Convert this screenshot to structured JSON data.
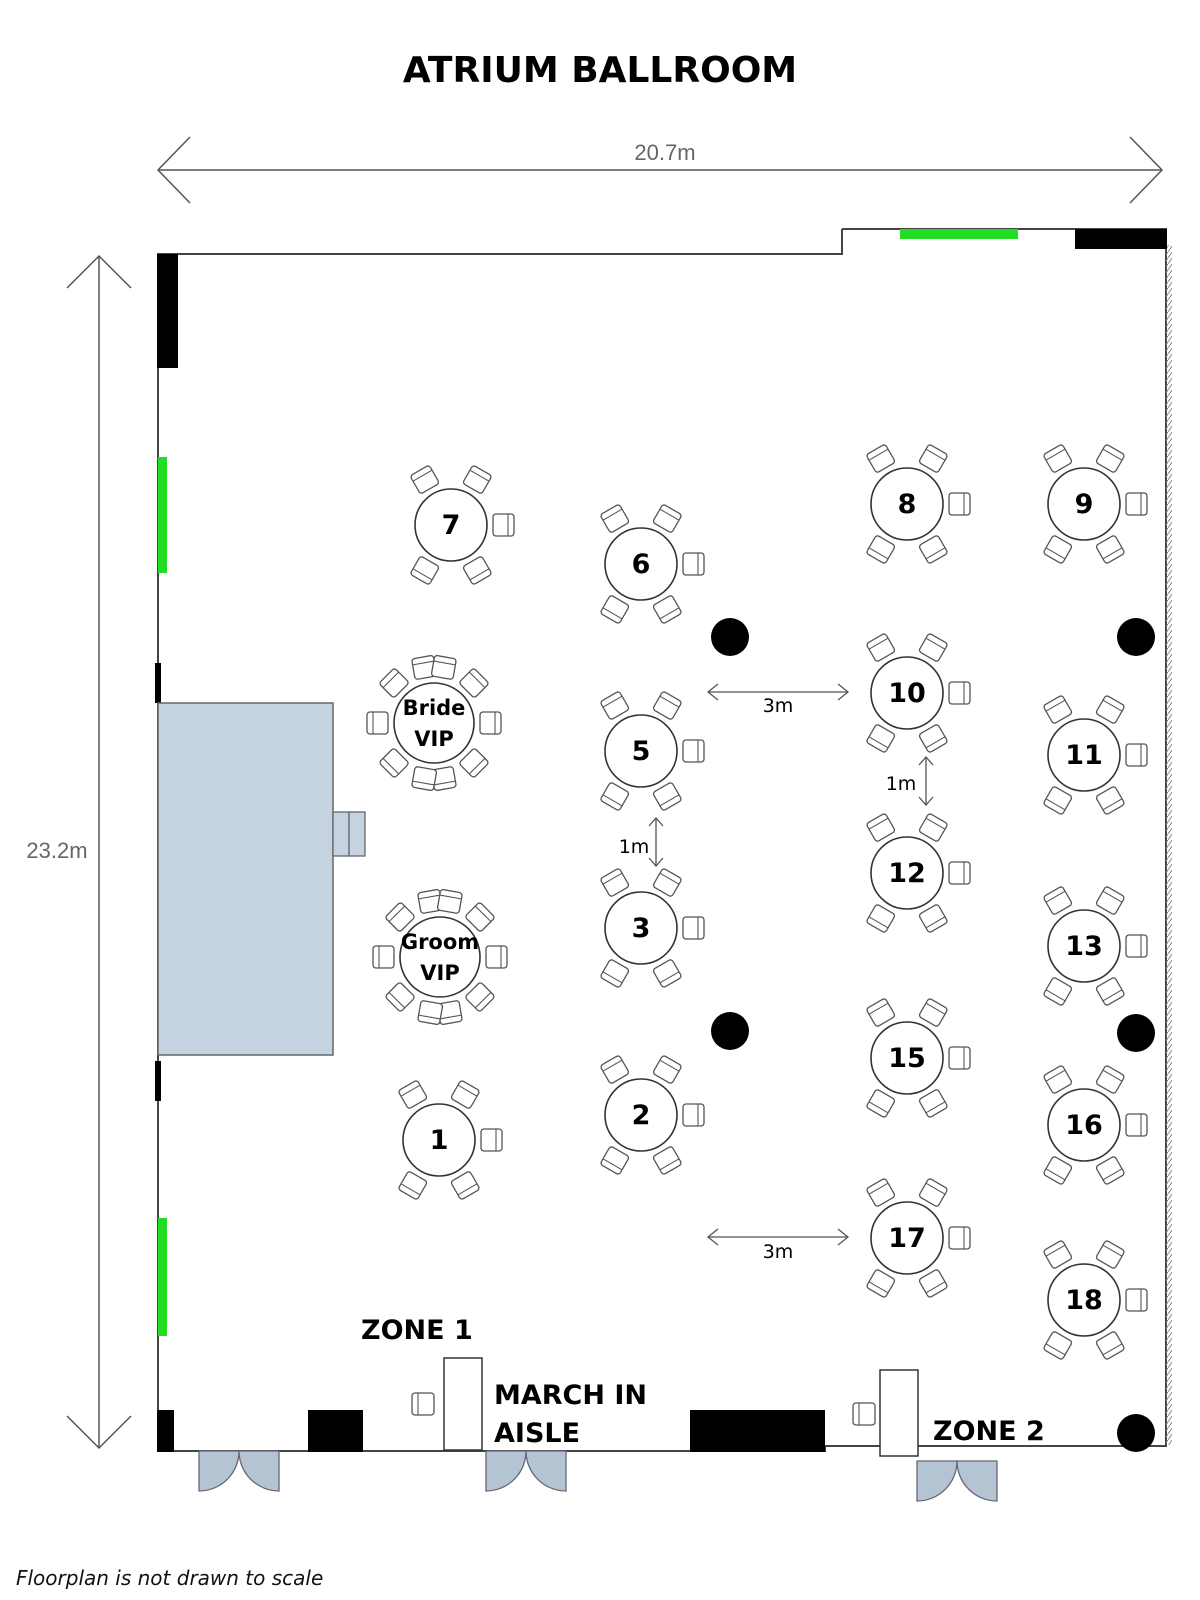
{
  "title": "ATRIUM BALLROOM",
  "dimensions": {
    "width": "20.7m",
    "height": "23.2m"
  },
  "spacing_labels": {
    "gap_3m": "3m",
    "gap_1m": "1m"
  },
  "zones": {
    "zone1": "ZONE 1",
    "zone2": "ZONE 2"
  },
  "aisle": {
    "line1": "MARCH IN",
    "line2": "AISLE"
  },
  "tables": {
    "t1": "1",
    "t2": "2",
    "t3": "3",
    "t5": "5",
    "t6": "6",
    "t7": "7",
    "t8": "8",
    "t9": "9",
    "t10": "10",
    "t11": "11",
    "t12": "12",
    "t13": "13",
    "t15": "15",
    "t16": "16",
    "t17": "17",
    "t18": "18"
  },
  "vip_tables": {
    "bride": {
      "line1": "Bride",
      "line2": "VIP"
    },
    "groom": {
      "line1": "Groom",
      "line2": "VIP"
    }
  },
  "footnote": "Floorplan is not drawn to scale",
  "colors": {
    "window": "#22dd22",
    "stage": "#c5d3e0",
    "wall": "#000000",
    "door": "#b5c4d2"
  }
}
